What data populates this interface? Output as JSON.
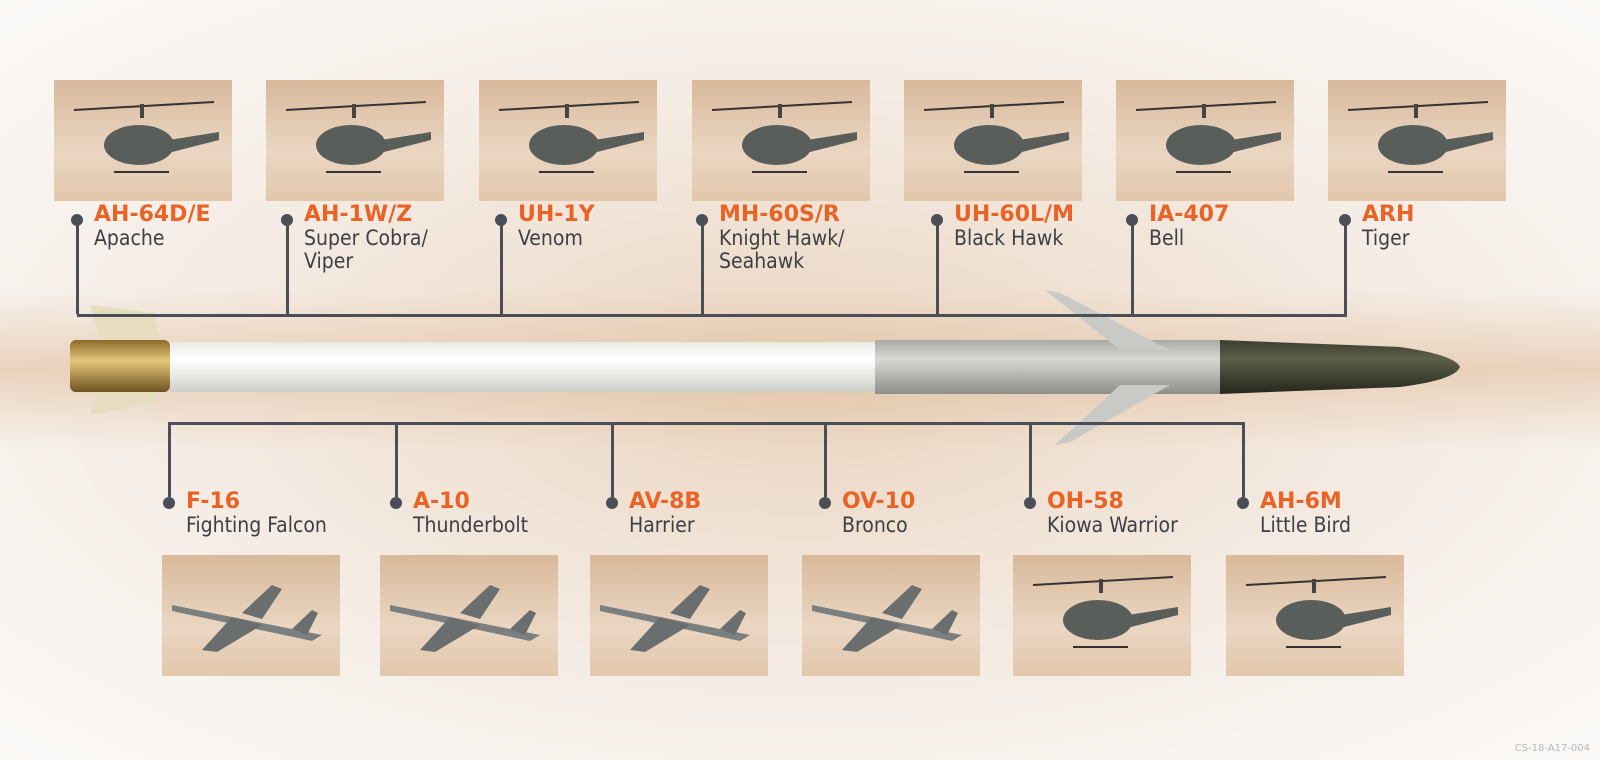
{
  "top_platforms": [
    {
      "code": "AH-64D/E",
      "name": "Apache",
      "type": "helicopter"
    },
    {
      "code": "AH-1W/Z",
      "name": "Super Cobra/",
      "name2": "Viper",
      "type": "helicopter"
    },
    {
      "code": "UH-1Y",
      "name": "Venom",
      "type": "helicopter"
    },
    {
      "code": "MH-60S/R",
      "name": "Knight Hawk/",
      "name2": "Seahawk",
      "type": "helicopter"
    },
    {
      "code": "UH-60L/M",
      "name": "Black Hawk",
      "type": "helicopter"
    },
    {
      "code": "IA-407",
      "name": "Bell",
      "type": "helicopter"
    },
    {
      "code": "ARH",
      "name": "Tiger",
      "type": "helicopter"
    }
  ],
  "bottom_platforms": [
    {
      "code": "F-16",
      "name": "Fighting Falcon",
      "type": "jet"
    },
    {
      "code": "A-10",
      "name": "Thunderbolt",
      "type": "jet"
    },
    {
      "code": "AV-8B",
      "name": "Harrier",
      "type": "jet"
    },
    {
      "code": "OV-10",
      "name": "Bronco",
      "type": "jet"
    },
    {
      "code": "OH-58",
      "name": "Kiowa Warrior",
      "type": "helicopter"
    },
    {
      "code": "AH-6M",
      "name": "Little Bird",
      "type": "helicopter"
    }
  ],
  "document_id": "CS-18-A17-004",
  "colors": {
    "accent": "#ea6325",
    "line": "#4a4f57",
    "text": "#3d3f44"
  }
}
